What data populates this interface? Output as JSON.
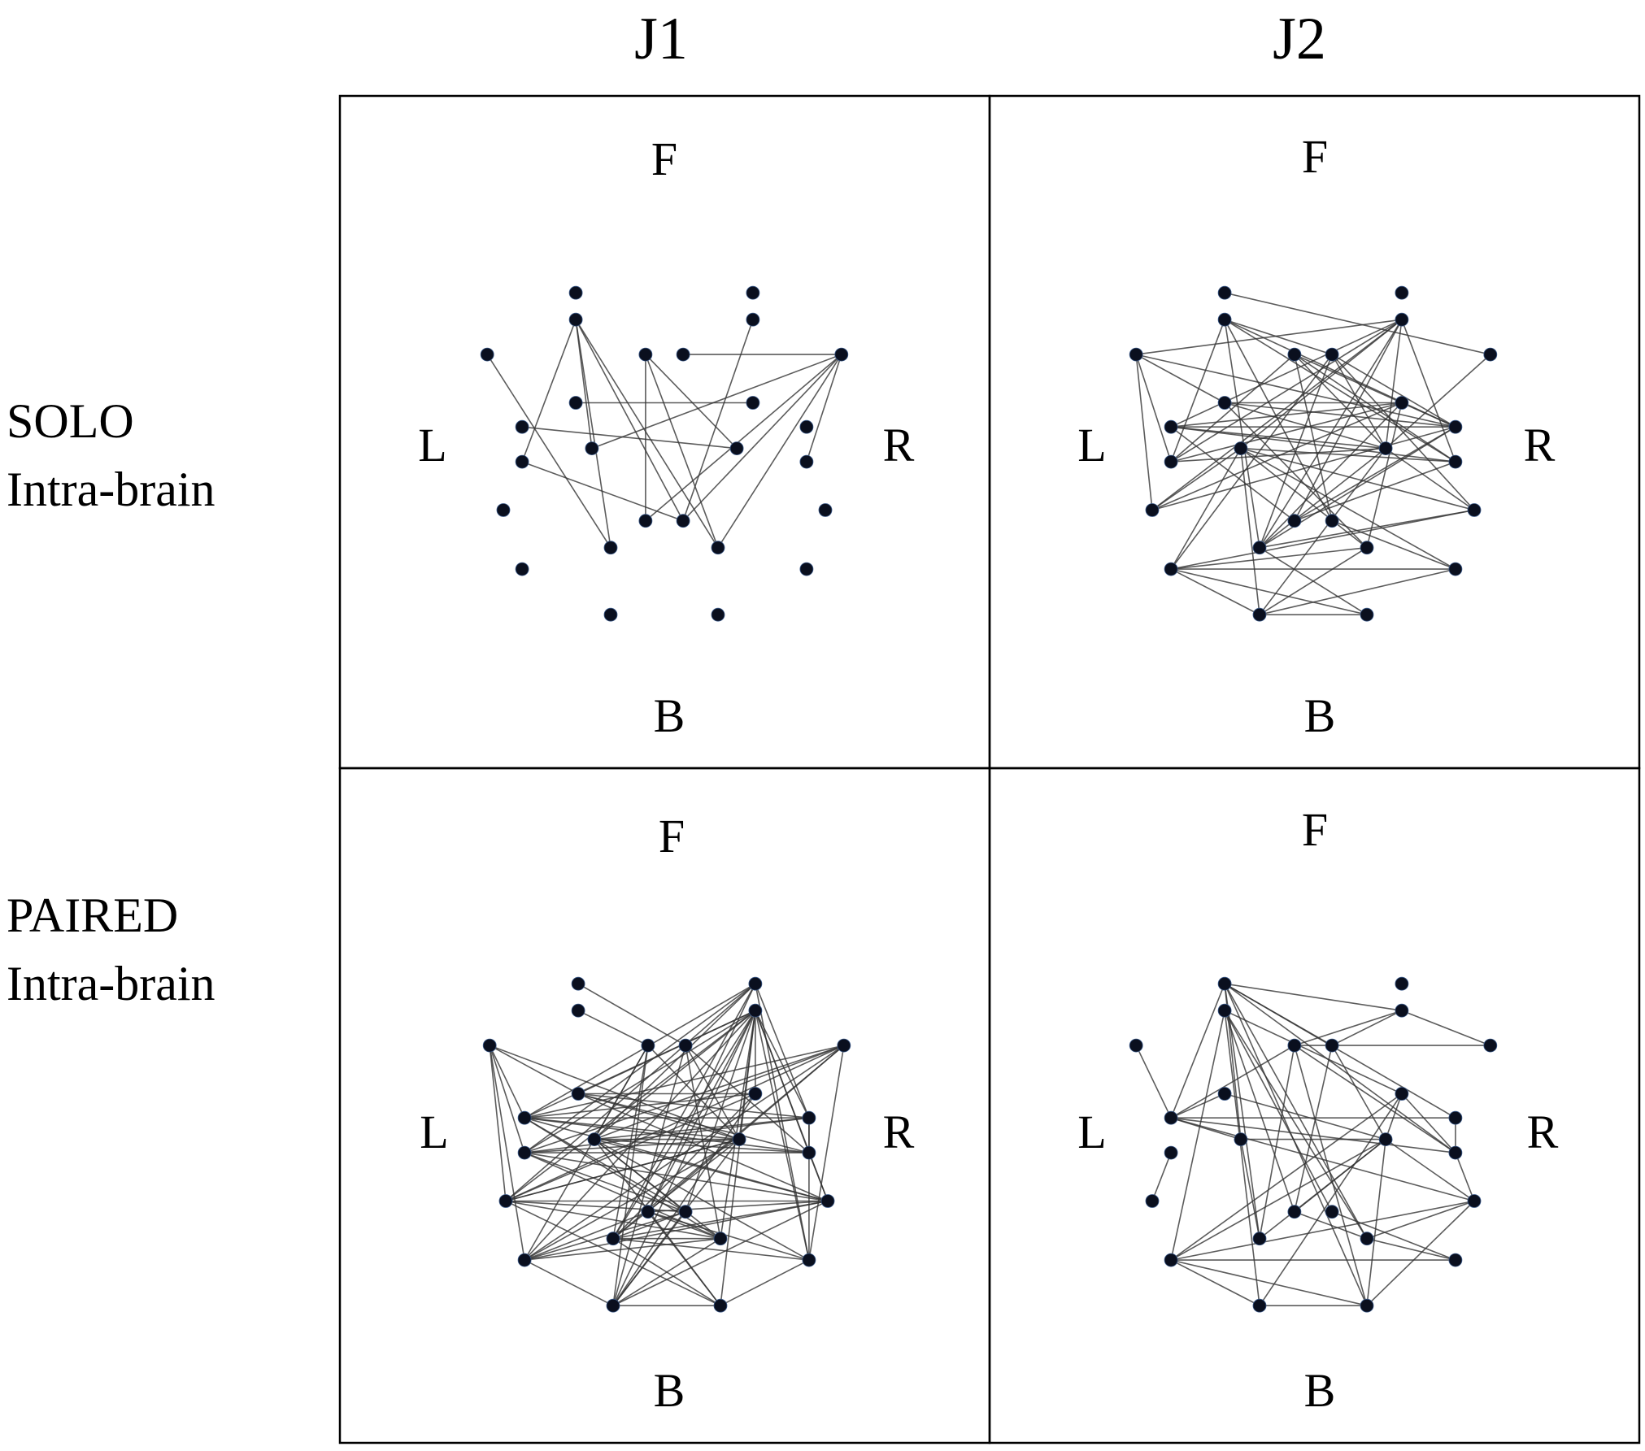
{
  "columns": [
    {
      "id": "J1",
      "label": "J1"
    },
    {
      "id": "J2",
      "label": "J2"
    }
  ],
  "rows": [
    {
      "id": "solo",
      "label_line1": "SOLO",
      "label_line2": "Intra-brain"
    },
    {
      "id": "paired",
      "label_line1": "PAIRED",
      "label_line2": "Intra-brain"
    }
  ],
  "directions": {
    "front": "F",
    "back": "B",
    "left": "L",
    "right": "R"
  },
  "colors": {
    "node": "#0a0f1e",
    "edge": "#333333",
    "border": "#000000"
  },
  "electrodes": [
    {
      "id": 0,
      "x": -1.65,
      "y": -2.8
    },
    {
      "id": 1,
      "x": 1.65,
      "y": -2.8
    },
    {
      "id": 2,
      "x": -1.65,
      "y": -2.3
    },
    {
      "id": 3,
      "x": 1.65,
      "y": -2.3
    },
    {
      "id": 4,
      "x": -3.3,
      "y": -1.65
    },
    {
      "id": 5,
      "x": -0.35,
      "y": -1.65
    },
    {
      "id": 6,
      "x": 0.35,
      "y": -1.65
    },
    {
      "id": 7,
      "x": 3.3,
      "y": -1.65
    },
    {
      "id": 8,
      "x": -1.65,
      "y": -0.75
    },
    {
      "id": 9,
      "x": 1.65,
      "y": -0.75
    },
    {
      "id": 10,
      "x": -2.65,
      "y": -0.3
    },
    {
      "id": 11,
      "x": 2.65,
      "y": -0.3
    },
    {
      "id": 12,
      "x": -1.35,
      "y": 0.1
    },
    {
      "id": 13,
      "x": 1.35,
      "y": 0.1
    },
    {
      "id": 14,
      "x": -2.65,
      "y": 0.35
    },
    {
      "id": 15,
      "x": 2.65,
      "y": 0.35
    },
    {
      "id": 16,
      "x": -3.0,
      "y": 1.25
    },
    {
      "id": 17,
      "x": 3.0,
      "y": 1.25
    },
    {
      "id": 18,
      "x": -0.35,
      "y": 1.45
    },
    {
      "id": 19,
      "x": 0.35,
      "y": 1.45
    },
    {
      "id": 20,
      "x": -1.0,
      "y": 1.95
    },
    {
      "id": 21,
      "x": 1.0,
      "y": 1.95
    },
    {
      "id": 22,
      "x": -2.65,
      "y": 2.35
    },
    {
      "id": 23,
      "x": 2.65,
      "y": 2.35
    },
    {
      "id": 24,
      "x": -1.0,
      "y": 3.2
    },
    {
      "id": 25,
      "x": 1.0,
      "y": 3.2
    }
  ],
  "panels": [
    {
      "id": "solo-j1",
      "row": "solo",
      "col": "J1",
      "edges": [
        [
          2,
          12
        ],
        [
          2,
          19
        ],
        [
          2,
          20
        ],
        [
          2,
          21
        ],
        [
          2,
          14
        ],
        [
          4,
          20
        ],
        [
          5,
          18
        ],
        [
          5,
          21
        ],
        [
          6,
          7
        ],
        [
          3,
          19
        ],
        [
          7,
          19
        ],
        [
          7,
          21
        ],
        [
          7,
          12
        ],
        [
          7,
          15
        ],
        [
          8,
          9
        ],
        [
          10,
          13
        ],
        [
          14,
          19
        ],
        [
          13,
          5
        ],
        [
          7,
          18
        ]
      ]
    },
    {
      "id": "solo-j2",
      "row": "solo",
      "col": "J2",
      "edges": [
        [
          0,
          7
        ],
        [
          2,
          11
        ],
        [
          2,
          6
        ],
        [
          2,
          19
        ],
        [
          2,
          20
        ],
        [
          2,
          14
        ],
        [
          3,
          4
        ],
        [
          3,
          10
        ],
        [
          3,
          14
        ],
        [
          3,
          16
        ],
        [
          3,
          20
        ],
        [
          3,
          12
        ],
        [
          3,
          13
        ],
        [
          3,
          15
        ],
        [
          3,
          18
        ],
        [
          4,
          16
        ],
        [
          4,
          8
        ],
        [
          4,
          14
        ],
        [
          4,
          11
        ],
        [
          5,
          15
        ],
        [
          5,
          11
        ],
        [
          5,
          19
        ],
        [
          5,
          13
        ],
        [
          6,
          13
        ],
        [
          6,
          20
        ],
        [
          6,
          22
        ],
        [
          6,
          11
        ],
        [
          7,
          13
        ],
        [
          8,
          9
        ],
        [
          8,
          11
        ],
        [
          8,
          13
        ],
        [
          8,
          21
        ],
        [
          10,
          9
        ],
        [
          10,
          13
        ],
        [
          10,
          15
        ],
        [
          10,
          11
        ],
        [
          12,
          17
        ],
        [
          12,
          21
        ],
        [
          12,
          15
        ],
        [
          12,
          23
        ],
        [
          13,
          20
        ],
        [
          14,
          13
        ],
        [
          14,
          9
        ],
        [
          16,
          9
        ],
        [
          16,
          11
        ],
        [
          18,
          11
        ],
        [
          18,
          15
        ],
        [
          19,
          23
        ],
        [
          20,
          17
        ],
        [
          20,
          11
        ],
        [
          21,
          9
        ],
        [
          22,
          23
        ],
        [
          22,
          21
        ],
        [
          22,
          17
        ],
        [
          22,
          12
        ],
        [
          24,
          22
        ],
        [
          24,
          25
        ],
        [
          24,
          21
        ],
        [
          24,
          23
        ],
        [
          24,
          12
        ],
        [
          25,
          22
        ],
        [
          25,
          20
        ],
        [
          17,
          13
        ],
        [
          18,
          10
        ],
        [
          2,
          15
        ],
        [
          6,
          17
        ],
        [
          16,
          12
        ],
        [
          14,
          5
        ],
        [
          13,
          24
        ],
        [
          20,
          9
        ]
      ]
    },
    {
      "id": "paired-j1",
      "row": "paired",
      "col": "J1",
      "edges": [
        [
          0,
          6
        ],
        [
          2,
          5
        ],
        [
          3,
          8
        ],
        [
          3,
          12
        ],
        [
          3,
          14
        ],
        [
          3,
          16
        ],
        [
          3,
          18
        ],
        [
          3,
          20
        ],
        [
          3,
          10
        ],
        [
          3,
          13
        ],
        [
          3,
          19
        ],
        [
          3,
          21
        ],
        [
          3,
          22
        ],
        [
          3,
          11
        ],
        [
          3,
          15
        ],
        [
          3,
          24
        ],
        [
          3,
          25
        ],
        [
          3,
          17
        ],
        [
          3,
          23
        ],
        [
          3,
          9
        ],
        [
          1,
          18
        ],
        [
          1,
          16
        ],
        [
          1,
          14
        ],
        [
          1,
          10
        ],
        [
          1,
          12
        ],
        [
          1,
          20
        ],
        [
          1,
          23
        ],
        [
          1,
          11
        ],
        [
          4,
          10
        ],
        [
          4,
          14
        ],
        [
          4,
          16
        ],
        [
          4,
          22
        ],
        [
          4,
          8
        ],
        [
          4,
          13
        ],
        [
          5,
          12
        ],
        [
          5,
          13
        ],
        [
          5,
          20
        ],
        [
          5,
          24
        ],
        [
          6,
          13
        ],
        [
          6,
          15
        ],
        [
          6,
          24
        ],
        [
          7,
          10
        ],
        [
          7,
          14
        ],
        [
          7,
          16
        ],
        [
          7,
          22
        ],
        [
          7,
          18
        ],
        [
          7,
          20
        ],
        [
          7,
          12
        ],
        [
          7,
          23
        ],
        [
          8,
          9
        ],
        [
          8,
          11
        ],
        [
          8,
          13
        ],
        [
          8,
          17
        ],
        [
          8,
          15
        ],
        [
          10,
          11
        ],
        [
          10,
          13
        ],
        [
          10,
          15
        ],
        [
          10,
          17
        ],
        [
          10,
          19
        ],
        [
          10,
          21
        ],
        [
          10,
          9
        ],
        [
          12,
          17
        ],
        [
          12,
          15
        ],
        [
          12,
          21
        ],
        [
          12,
          23
        ],
        [
          12,
          25
        ],
        [
          12,
          19
        ],
        [
          12,
          11
        ],
        [
          13,
          16
        ],
        [
          13,
          22
        ],
        [
          13,
          14
        ],
        [
          13,
          24
        ],
        [
          13,
          20
        ],
        [
          14,
          17
        ],
        [
          14,
          15
        ],
        [
          14,
          19
        ],
        [
          14,
          11
        ],
        [
          14,
          21
        ],
        [
          16,
          17
        ],
        [
          16,
          21
        ],
        [
          16,
          13
        ],
        [
          16,
          25
        ],
        [
          16,
          9
        ],
        [
          16,
          19
        ],
        [
          17,
          22
        ],
        [
          17,
          20
        ],
        [
          17,
          18
        ],
        [
          17,
          24
        ],
        [
          17,
          15
        ],
        [
          18,
          22
        ],
        [
          18,
          25
        ],
        [
          18,
          23
        ],
        [
          19,
          24
        ],
        [
          19,
          22
        ],
        [
          19,
          20
        ],
        [
          20,
          21
        ],
        [
          20,
          25
        ],
        [
          20,
          23
        ],
        [
          21,
          24
        ],
        [
          21,
          22
        ],
        [
          22,
          24
        ],
        [
          23,
          25
        ],
        [
          24,
          25
        ],
        [
          11,
          15
        ],
        [
          11,
          23
        ],
        [
          9,
          20
        ],
        [
          9,
          24
        ],
        [
          12,
          13
        ],
        [
          18,
          21
        ],
        [
          5,
          22
        ],
        [
          6,
          21
        ]
      ]
    },
    {
      "id": "paired-j2",
      "row": "paired",
      "col": "J2",
      "edges": [
        [
          0,
          3
        ],
        [
          0,
          6
        ],
        [
          0,
          11
        ],
        [
          0,
          10
        ],
        [
          0,
          12
        ],
        [
          0,
          15
        ],
        [
          0,
          20
        ],
        [
          0,
          21
        ],
        [
          0,
          25
        ],
        [
          2,
          9
        ],
        [
          2,
          21
        ],
        [
          2,
          19
        ],
        [
          2,
          24
        ],
        [
          2,
          18
        ],
        [
          3,
          6
        ],
        [
          3,
          7
        ],
        [
          5,
          7
        ],
        [
          5,
          10
        ],
        [
          5,
          15
        ],
        [
          5,
          20
        ],
        [
          6,
          18
        ],
        [
          4,
          10
        ],
        [
          10,
          11
        ],
        [
          10,
          15
        ],
        [
          10,
          8
        ],
        [
          10,
          17
        ],
        [
          10,
          12
        ],
        [
          9,
          24
        ],
        [
          9,
          22
        ],
        [
          9,
          15
        ],
        [
          12,
          13
        ],
        [
          12,
          20
        ],
        [
          13,
          17
        ],
        [
          13,
          22
        ],
        [
          13,
          25
        ],
        [
          13,
          9
        ],
        [
          14,
          16
        ],
        [
          15,
          17
        ],
        [
          17,
          25
        ],
        [
          17,
          21
        ],
        [
          17,
          22
        ],
        [
          18,
          21
        ],
        [
          18,
          13
        ],
        [
          22,
          23
        ],
        [
          22,
          24
        ],
        [
          22,
          25
        ],
        [
          19,
          23
        ],
        [
          21,
          23
        ],
        [
          24,
          25
        ],
        [
          20,
          13
        ],
        [
          8,
          13
        ],
        [
          3,
          5
        ],
        [
          5,
          25
        ],
        [
          6,
          13
        ],
        [
          11,
          15
        ],
        [
          2,
          22
        ]
      ]
    }
  ]
}
